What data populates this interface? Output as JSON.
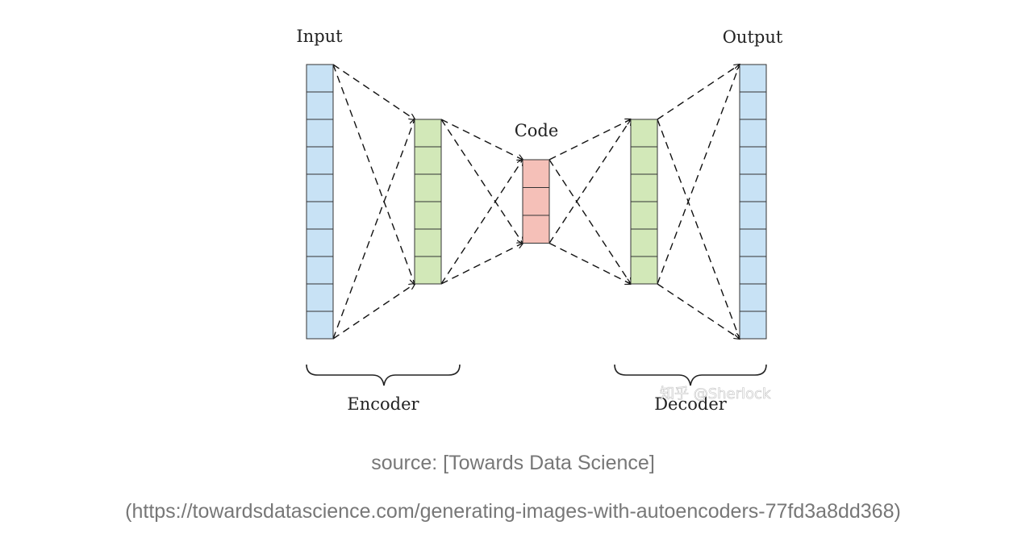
{
  "diagram": {
    "labels": {
      "input": "Input",
      "output": "Output",
      "code": "Code",
      "encoder": "Encoder",
      "decoder": "Decoder"
    },
    "watermark": "知乎 @Sherlock",
    "layers": [
      {
        "name": "input",
        "cells": 10,
        "color": "#c8e2f5"
      },
      {
        "name": "encoder-hidden",
        "cells": 6,
        "color": "#d2e8b8"
      },
      {
        "name": "code",
        "cells": 3,
        "color": "#f5c0b8"
      },
      {
        "name": "decoder-hidden",
        "cells": 6,
        "color": "#d2e8b8"
      },
      {
        "name": "output",
        "cells": 10,
        "color": "#c8e2f5"
      }
    ]
  },
  "caption": {
    "source": "source: [Towards Data Science]",
    "url": "(https://towardsdatascience.com/generating-images-with-autoencoders-77fd3a8dd368)"
  }
}
